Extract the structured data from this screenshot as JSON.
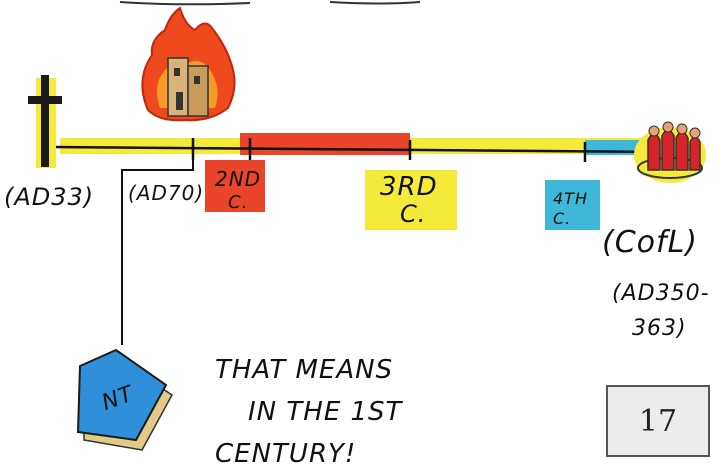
{
  "timeline": {
    "markers": [
      {
        "id": "ad33",
        "label": "(AD33)"
      },
      {
        "id": "ad70",
        "label": "(AD70)"
      },
      {
        "id": "c2",
        "label_line1": "2ND",
        "label_line2": "C."
      },
      {
        "id": "c3",
        "label_line1": "3RD",
        "label_line2": "C."
      },
      {
        "id": "c4",
        "label_line1": "4TH",
        "label_line2": "C."
      },
      {
        "id": "cofl",
        "label": "(CofL)",
        "sublabel_line1": "(AD350-",
        "sublabel_line2": "363)"
      }
    ],
    "colors": {
      "yellow": "#f5ea3a",
      "red": "#e8452a",
      "blue": "#3fb7d8",
      "fire": "#ef4a1e",
      "book": "#2f8fd8"
    }
  },
  "nt_book": {
    "label": "NT"
  },
  "caption": {
    "line1": "THAT MEANS",
    "line2": "IN THE 1ST",
    "line3": "CENTURY!"
  },
  "page_number": "17"
}
